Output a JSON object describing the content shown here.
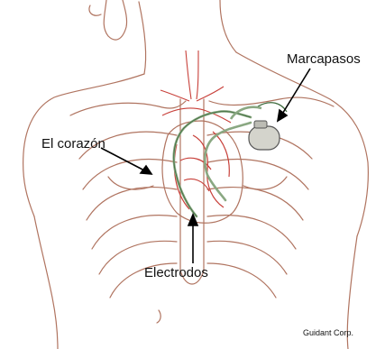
{
  "labels": {
    "pacemaker": "Marcapasos",
    "heart": "El corazón",
    "leads": "Electrodos",
    "credit": "Guidant Corp."
  },
  "colors": {
    "outline": "#b07460",
    "heart_red": "#c8403a",
    "lead_green": "#8aa882",
    "device_fill": "#d4d4cc",
    "arrow": "#000000"
  }
}
